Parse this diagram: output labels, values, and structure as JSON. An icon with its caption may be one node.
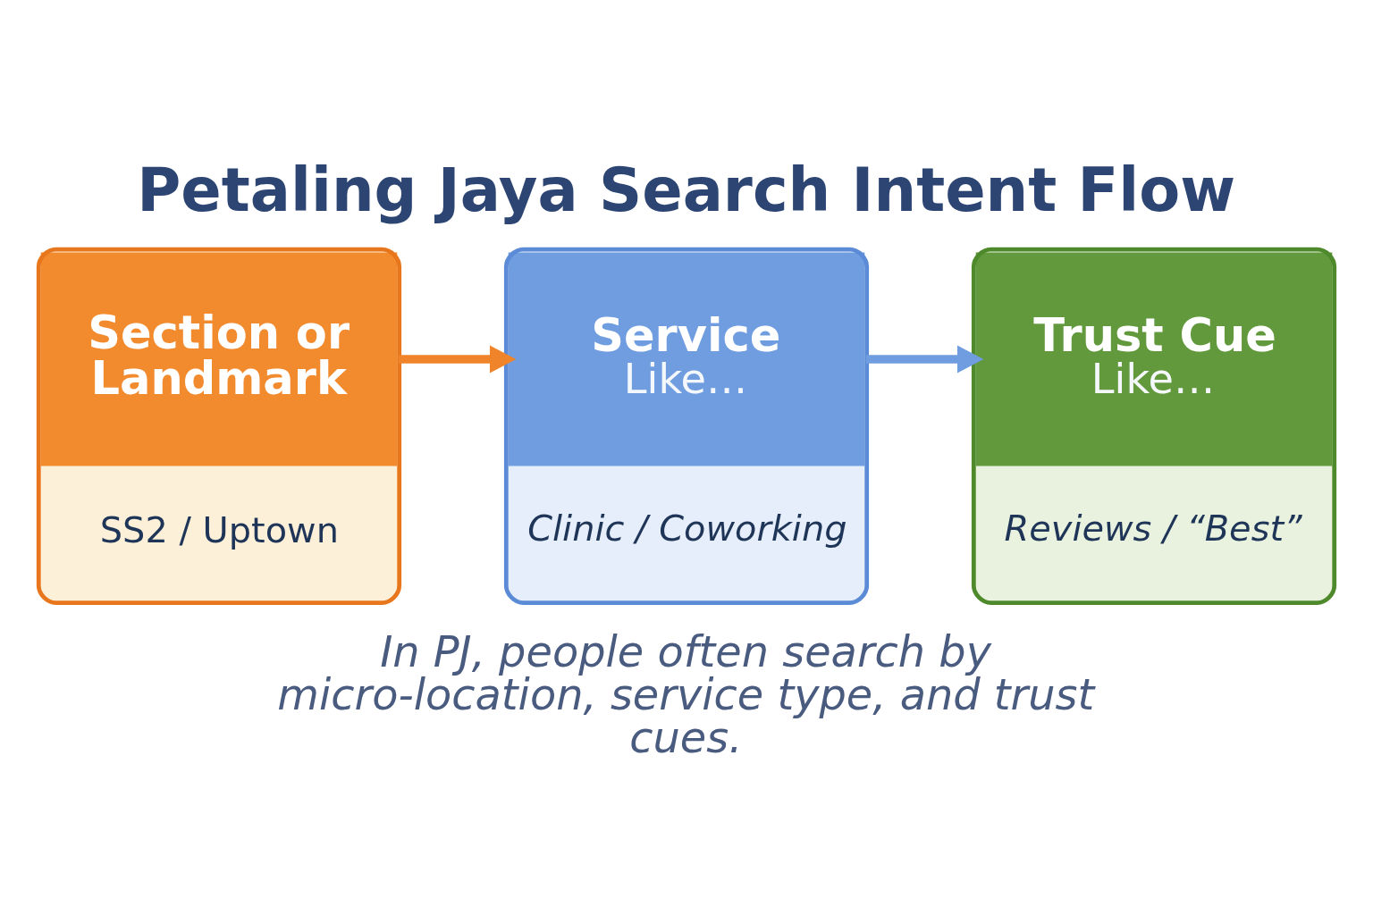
{
  "diagram": {
    "title": "Petaling Jaya Search Intent Flow",
    "caption": "In PJ, people often search by micro-location, service type, and trust cues.",
    "nodes": [
      {
        "text": [
          "Section or Landmark",
          "SS2 / Uptown"
        ]
      },
      {
        "text": [
          "Service",
          "Like…",
          "Clinic / Coworking"
        ]
      },
      {
        "text": [
          "Trust Cue",
          "Like…",
          "Reviews / “Best”"
        ]
      }
    ],
    "edges": [
      {
        "from": 0,
        "to": 1,
        "arrow": "to",
        "color": "#f0842a"
      },
      {
        "from": 1,
        "to": 2,
        "arrow": "to",
        "color": "#6f9de0"
      }
    ]
  }
}
